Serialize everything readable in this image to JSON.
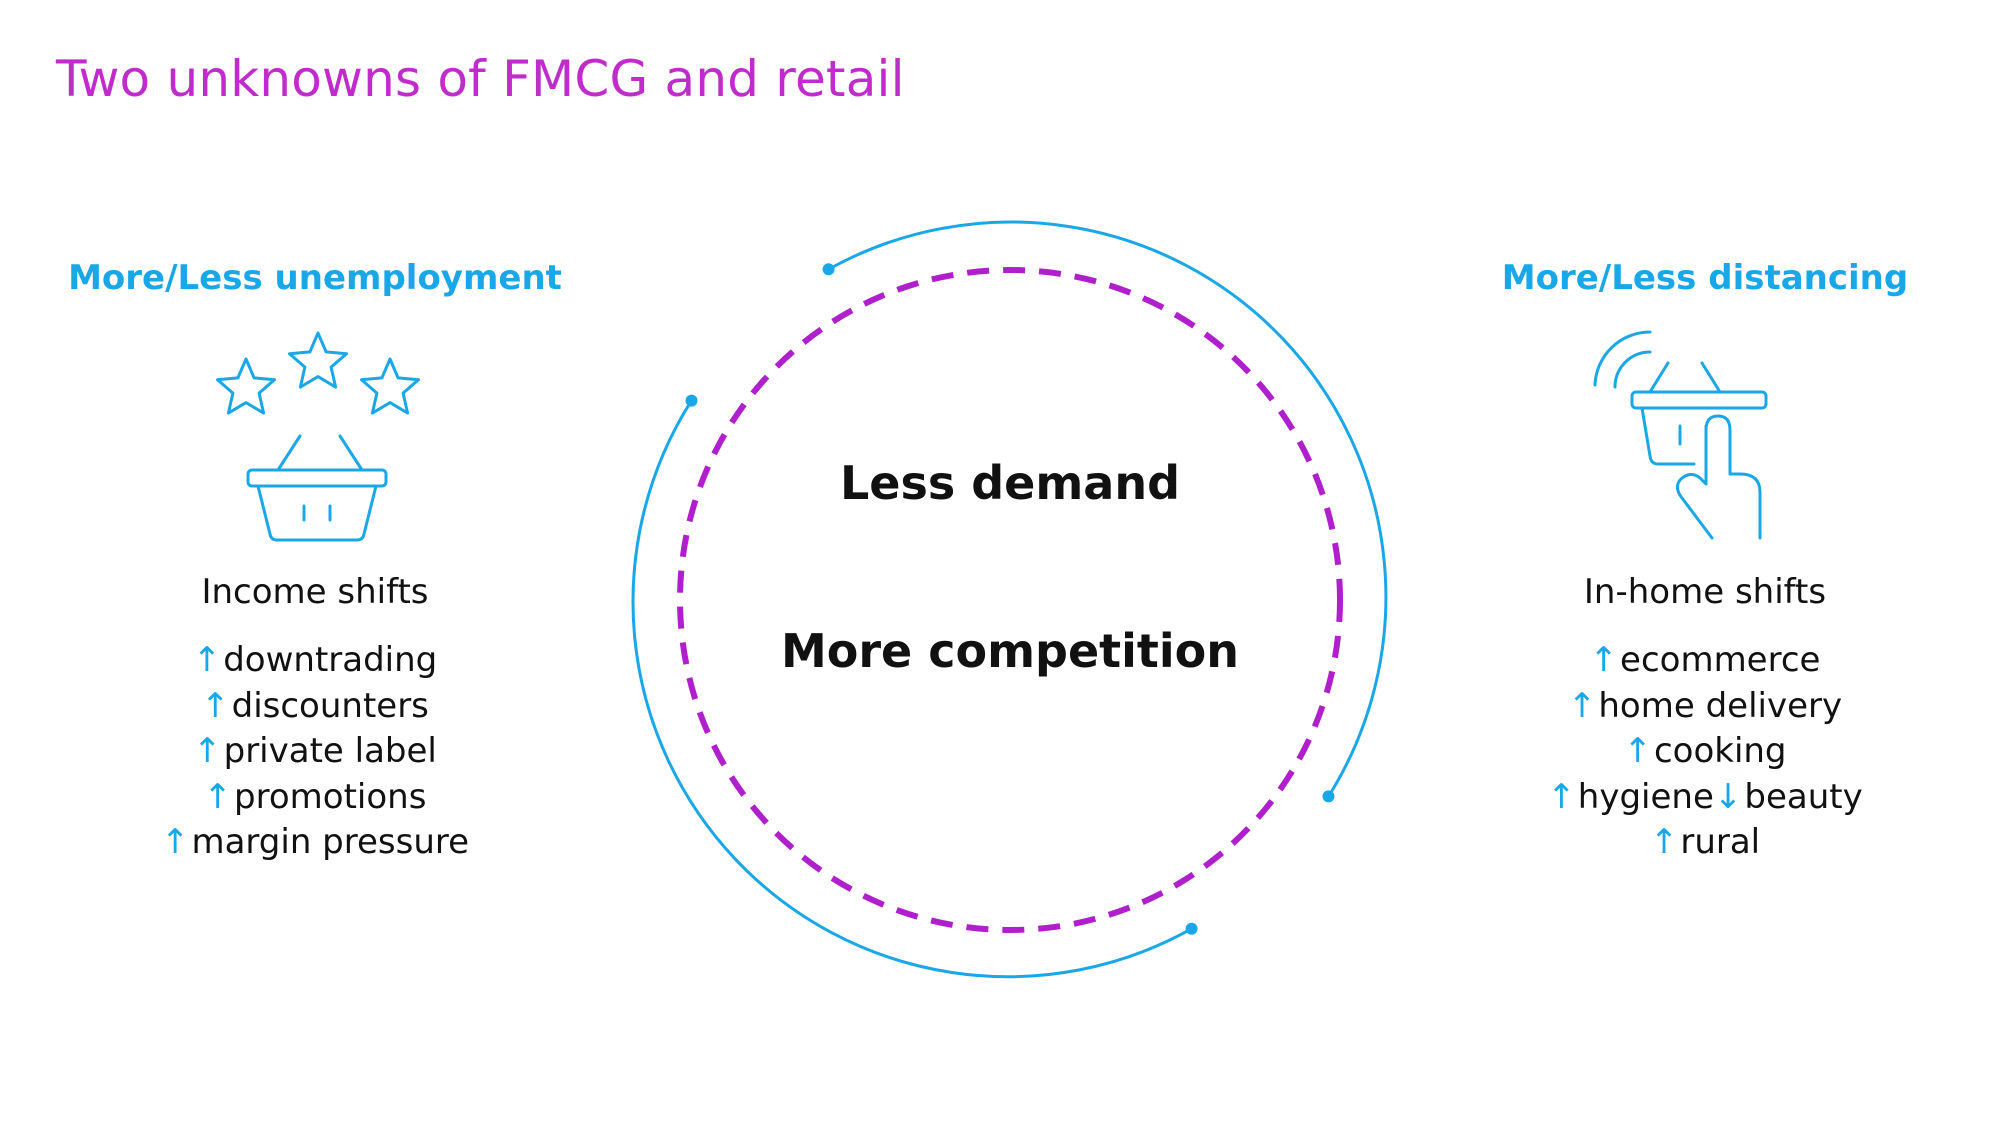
{
  "title": "Two unknowns of FMCG and retail",
  "colors": {
    "title": "#c02ccc",
    "accent_blue": "#1aa7e8",
    "dashed_circle": "#b01fcc",
    "text": "#111111"
  },
  "left": {
    "heading": "More/Less unemployment",
    "icon": "basket-with-stars-icon",
    "subtitle": "Income shifts",
    "items": [
      {
        "arrow": "↑",
        "label": "downtrading"
      },
      {
        "arrow": "↑",
        "label": "discounters"
      },
      {
        "arrow": "↑",
        "label": "private label"
      },
      {
        "arrow": "↑",
        "label": "promotions"
      },
      {
        "arrow": "↑",
        "label": "margin pressure"
      }
    ]
  },
  "center": {
    "line1": "Less demand",
    "line2": "More competition"
  },
  "right": {
    "heading": "More/Less distancing",
    "icon": "basket-touch-icon",
    "subtitle": "In-home shifts",
    "items": [
      {
        "arrow": "↑",
        "label": "ecommerce"
      },
      {
        "arrow": "↑",
        "label": "home delivery"
      },
      {
        "arrow": "↑",
        "label": "cooking"
      },
      {
        "arrow": "↑",
        "label": "hygiene",
        "arrow2": "↓",
        "label2": "beauty"
      },
      {
        "arrow": "↑",
        "label": "rural"
      }
    ]
  }
}
